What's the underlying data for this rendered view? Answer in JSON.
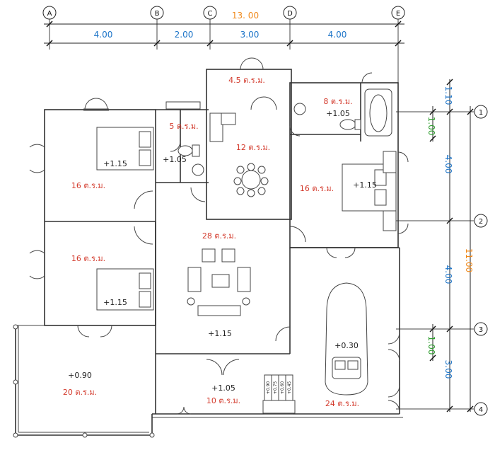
{
  "grid": {
    "columns": [
      "A",
      "B",
      "C",
      "D",
      "E"
    ],
    "rows": [
      "1",
      "2",
      "3",
      "4"
    ]
  },
  "dimensions": {
    "overall_width": "13. 00",
    "spans": [
      "4.00",
      "2.00",
      "3.00",
      "4.00"
    ],
    "overall_depth": "11.00",
    "right_spans": [
      "1.10",
      "4.00",
      "4.00",
      "3.00"
    ],
    "right_sub": [
      "1.00",
      "1.00"
    ]
  },
  "rooms": {
    "bath_top": "4.5 ต.ร.ม.",
    "bath_right": "8 ต.ร.ม.",
    "bath_right_level": "+1.05",
    "toilet": "5 ต.ร.ม.",
    "toilet_level": "+1.05",
    "kitchen": "12 ต.ร.ม.",
    "bed1_level": "+1.15",
    "bed1": "16 ต.ร.ม.",
    "bed3": "16 ต.ร.ม.",
    "bed3_level": "+1.15",
    "living": "28 ต.ร.ม.",
    "bed2": "16 ต.ร.ม.",
    "bed2_level": "+1.15",
    "living_level": "+1.15",
    "garage_level": "+0.30",
    "terrace_level": "+0.90",
    "terrace": "20 ต.ร.ม.",
    "porch_level": "+1.05",
    "porch": "10 ต.ร.ม.",
    "garage": "24 ต.ร.ม."
  },
  "stairs": [
    "+0.90",
    "+0.75",
    "+0.60",
    "+0.45"
  ]
}
